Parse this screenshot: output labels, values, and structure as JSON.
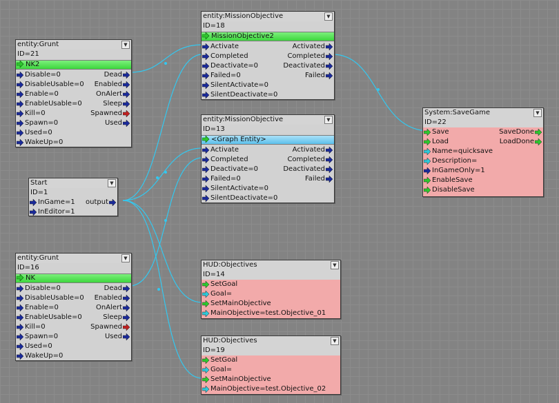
{
  "nodes": {
    "grunt21": {
      "title": "entity:Grunt",
      "id": "ID=21",
      "entity": "NK2",
      "inputs": [
        "Disable=0",
        "DisableUsable=0",
        "Enable=0",
        "EnableUsable=0",
        "Kill=0",
        "Spawn=0",
        "Used=0",
        "WakeUp=0"
      ],
      "outputs": [
        "Dead",
        "Enabled",
        "OnAlert",
        "Sleep",
        "Spawned",
        "Used"
      ]
    },
    "mission18": {
      "title": "entity:MissionObjective",
      "id": "ID=18",
      "entity": "MissionObjective2",
      "inputs": [
        "Activate",
        "Completed",
        "Deactivate=0",
        "Failed=0",
        "SilentActivate=0",
        "SilentDeactivate=0"
      ],
      "outputs": [
        "Activated",
        "Completed",
        "Deactivated",
        "Failed"
      ]
    },
    "mission13": {
      "title": "entity:MissionObjective",
      "id": "ID=13",
      "entity": "<Graph Entity>",
      "inputs": [
        "Activate",
        "Completed",
        "Deactivate=0",
        "Failed=0",
        "SilentActivate=0",
        "SilentDeactivate=0"
      ],
      "outputs": [
        "Activated",
        "Completed",
        "Deactivated",
        "Failed"
      ]
    },
    "start1": {
      "title": "Start",
      "id": "ID=1",
      "inputs": [
        "InGame=1",
        "InEditor=1"
      ],
      "outputs": [
        "output"
      ]
    },
    "grunt16": {
      "title": "entity:Grunt",
      "id": "ID=16",
      "entity": "NK",
      "inputs": [
        "Disable=0",
        "DisableUsable=0",
        "Enable=0",
        "EnableUsable=0",
        "Kill=0",
        "Spawn=0",
        "Used=0",
        "WakeUp=0"
      ],
      "outputs": [
        "Dead",
        "Enabled",
        "OnAlert",
        "Sleep",
        "Spawned",
        "Used"
      ]
    },
    "save22": {
      "title": "System:SaveGame",
      "id": "ID=22",
      "inputs": [
        "Save",
        "Load",
        "Name=quicksave",
        "Description=",
        "InGameOnly=1",
        "EnableSave",
        "DisableSave"
      ],
      "outputs": [
        "SaveDone",
        "LoadDone"
      ]
    },
    "hud14": {
      "title": "HUD:Objectives",
      "id": "ID=14",
      "inputs": [
        "SetGoal",
        "Goal=",
        "SetMainObjective",
        "MainObjective=test.Objective_01"
      ],
      "outputs": []
    },
    "hud19": {
      "title": "HUD:Objectives",
      "id": "ID=19",
      "inputs": [
        "SetGoal",
        "Goal=",
        "SetMainObjective",
        "MainObjective=test.Objective_02"
      ],
      "outputs": []
    }
  },
  "colors": {
    "wire": "#33c8f0",
    "pin_event": "#2ec82e",
    "pin_value": "#1a2a9a",
    "pin_string": "#30c8d8",
    "pin_bool": "#c02020",
    "node_grey": "#d2d2d2",
    "node_pink": "#f2aaaa",
    "entity_green": "#52e052",
    "entity_blue": "#78ccf0"
  },
  "icons": {
    "menu": "chevron-down-icon",
    "pin": "arrow-right-icon"
  }
}
